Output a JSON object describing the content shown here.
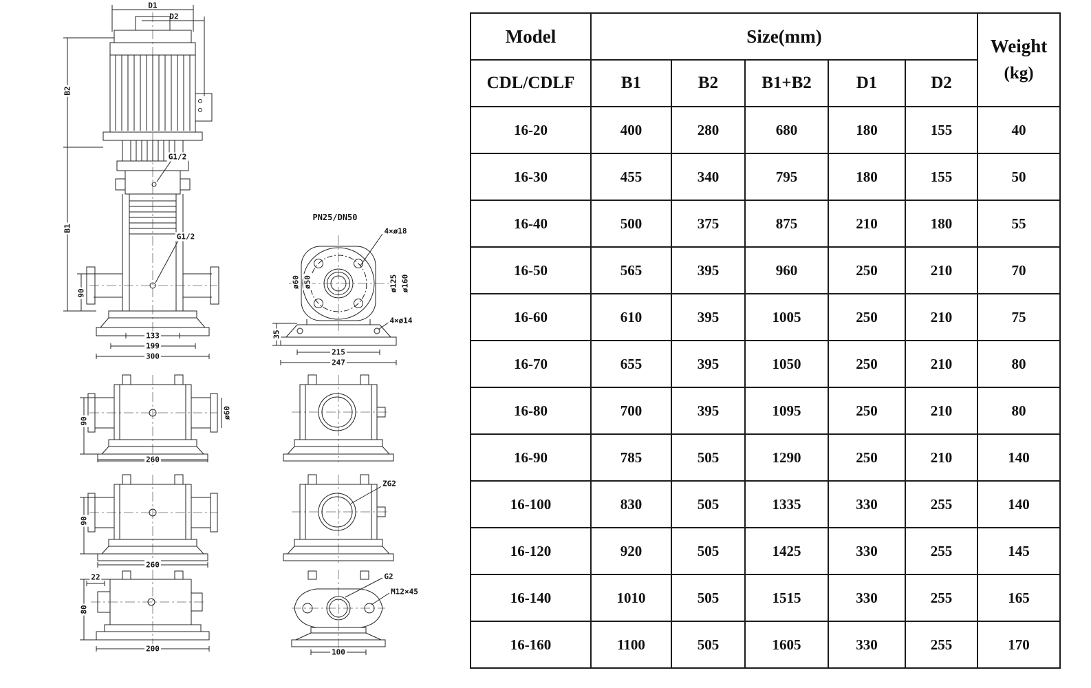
{
  "drawing": {
    "view_front": {
      "d1": "D1",
      "d2": "D2",
      "b2": "B2",
      "b1": "B1",
      "g_top": "G1/2",
      "g_mid": "G1/2",
      "h90": "90",
      "dim133": "133",
      "dim199": "199",
      "dim300": "300"
    },
    "view_flange": {
      "title": "PN25/DN50",
      "bolts_top": "4×ø18",
      "d60": "ø60",
      "d50": "ø50",
      "d125": "ø125",
      "d160": "ø160",
      "h35": "35",
      "dim215": "215",
      "dim247": "247",
      "bolts_bottom": "4×ø14"
    },
    "view_side_a": {
      "h90": "90",
      "dim260": "260",
      "d60": "ø60"
    },
    "view_side_b": {
      "h90": "90",
      "dim260": "260"
    },
    "view_side_c": {
      "dim22": "22",
      "h80": "80",
      "dim200": "200"
    },
    "view_port_b": {
      "zg2": "ZG2"
    },
    "view_anchor": {
      "g2": "G2",
      "m12": "M12×45",
      "dim100": "100"
    }
  },
  "table": {
    "header": {
      "model": "Model",
      "model_series": "CDL/CDLF",
      "size_group": "Size(mm)",
      "col_b1": "B1",
      "col_b2": "B2",
      "col_b1b2": "B1+B2",
      "col_d1": "D1",
      "col_d2": "D2",
      "weight": "Weight",
      "weight_unit": "(kg)"
    },
    "rows": [
      [
        "16-20",
        "400",
        "280",
        "680",
        "180",
        "155",
        "40"
      ],
      [
        "16-30",
        "455",
        "340",
        "795",
        "180",
        "155",
        "50"
      ],
      [
        "16-40",
        "500",
        "375",
        "875",
        "210",
        "180",
        "55"
      ],
      [
        "16-50",
        "565",
        "395",
        "960",
        "250",
        "210",
        "70"
      ],
      [
        "16-60",
        "610",
        "395",
        "1005",
        "250",
        "210",
        "75"
      ],
      [
        "16-70",
        "655",
        "395",
        "1050",
        "250",
        "210",
        "80"
      ],
      [
        "16-80",
        "700",
        "395",
        "1095",
        "250",
        "210",
        "80"
      ],
      [
        "16-90",
        "785",
        "505",
        "1290",
        "250",
        "210",
        "140"
      ],
      [
        "16-100",
        "830",
        "505",
        "1335",
        "330",
        "255",
        "140"
      ],
      [
        "16-120",
        "920",
        "505",
        "1425",
        "330",
        "255",
        "145"
      ],
      [
        "16-140",
        "1010",
        "505",
        "1515",
        "330",
        "255",
        "165"
      ],
      [
        "16-160",
        "1100",
        "505",
        "1605",
        "330",
        "255",
        "170"
      ]
    ]
  }
}
